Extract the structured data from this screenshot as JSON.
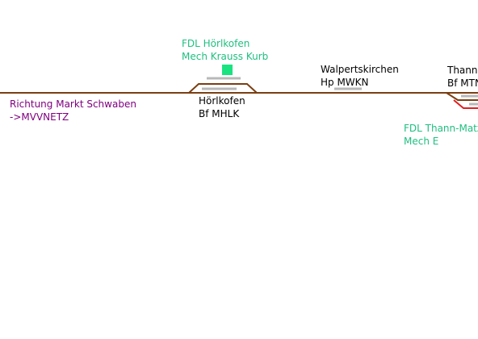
{
  "diagram": {
    "colors": {
      "track": "#7a3f12",
      "platform": "#b8b8b8",
      "signal_fdl": "#19e380",
      "alert": "#e02020",
      "text_station": "#000000",
      "text_direction": "#800080",
      "text_fdl": "#1fbf80",
      "background": "#ffffff"
    },
    "direction": {
      "line1": "Richtung Markt Schwaben",
      "line2": "->MVVNETZ"
    },
    "fdl_hoerlkofen": {
      "line1": "FDL Hörlkofen",
      "line2": "Mech Krauss Kurb",
      "indicator": "fdl-indicator-square"
    },
    "station_hoerlkofen": {
      "line1": "Hörlkofen",
      "line2": "Bf MHLK"
    },
    "station_walpertskirchen": {
      "line1": "Walpertskirchen",
      "line2": "Hp MWKN"
    },
    "station_thann": {
      "line1": "Thann-",
      "line2": "Bf MTN"
    },
    "fdl_thann": {
      "line1": "FDL Thann-Matz",
      "line2": "Mech E"
    }
  }
}
